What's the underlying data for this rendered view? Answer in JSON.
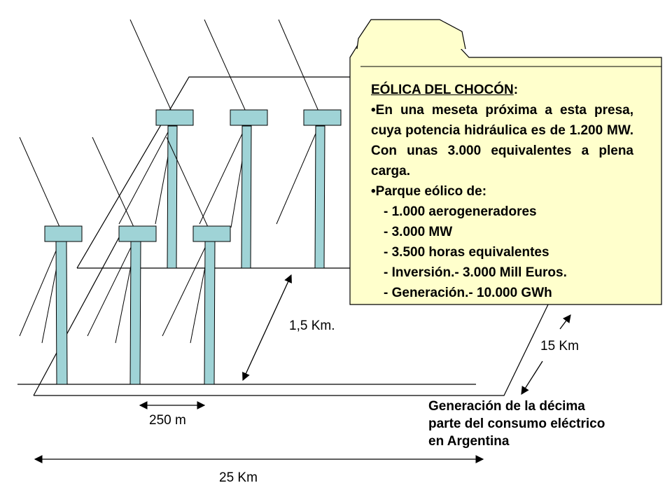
{
  "note": {
    "title": "EÓLICA DEL CHOCÓN",
    "title_suffix": ":",
    "bullet1": "•En una meseta próxima a esta presa, cuya potencia hidráulica es de 1.200 MW. Con unas 3.000 equivalentes a plena carga.",
    "bullet2": "•Parque eólico de:",
    "items": [
      "- 1.000 aerogeneradores",
      "- 3.000 MW",
      "- 3.500 horas equivalentes",
      "- Inversión.- 3.000 Mill Euros.",
      "- Generación.- 10.000 GWh"
    ]
  },
  "labels": {
    "depth": "1,5 Km.",
    "length_15": "15 Km",
    "spacing": "250 m",
    "length_25": "25 Km",
    "generation_lines": [
      "Generación de la décima",
      "parte del consumo eléctrico",
      "en Argentina"
    ]
  },
  "colors": {
    "turbine": "#9fd3d6",
    "note_fill": "#ffffcc",
    "outline": "#000000"
  }
}
